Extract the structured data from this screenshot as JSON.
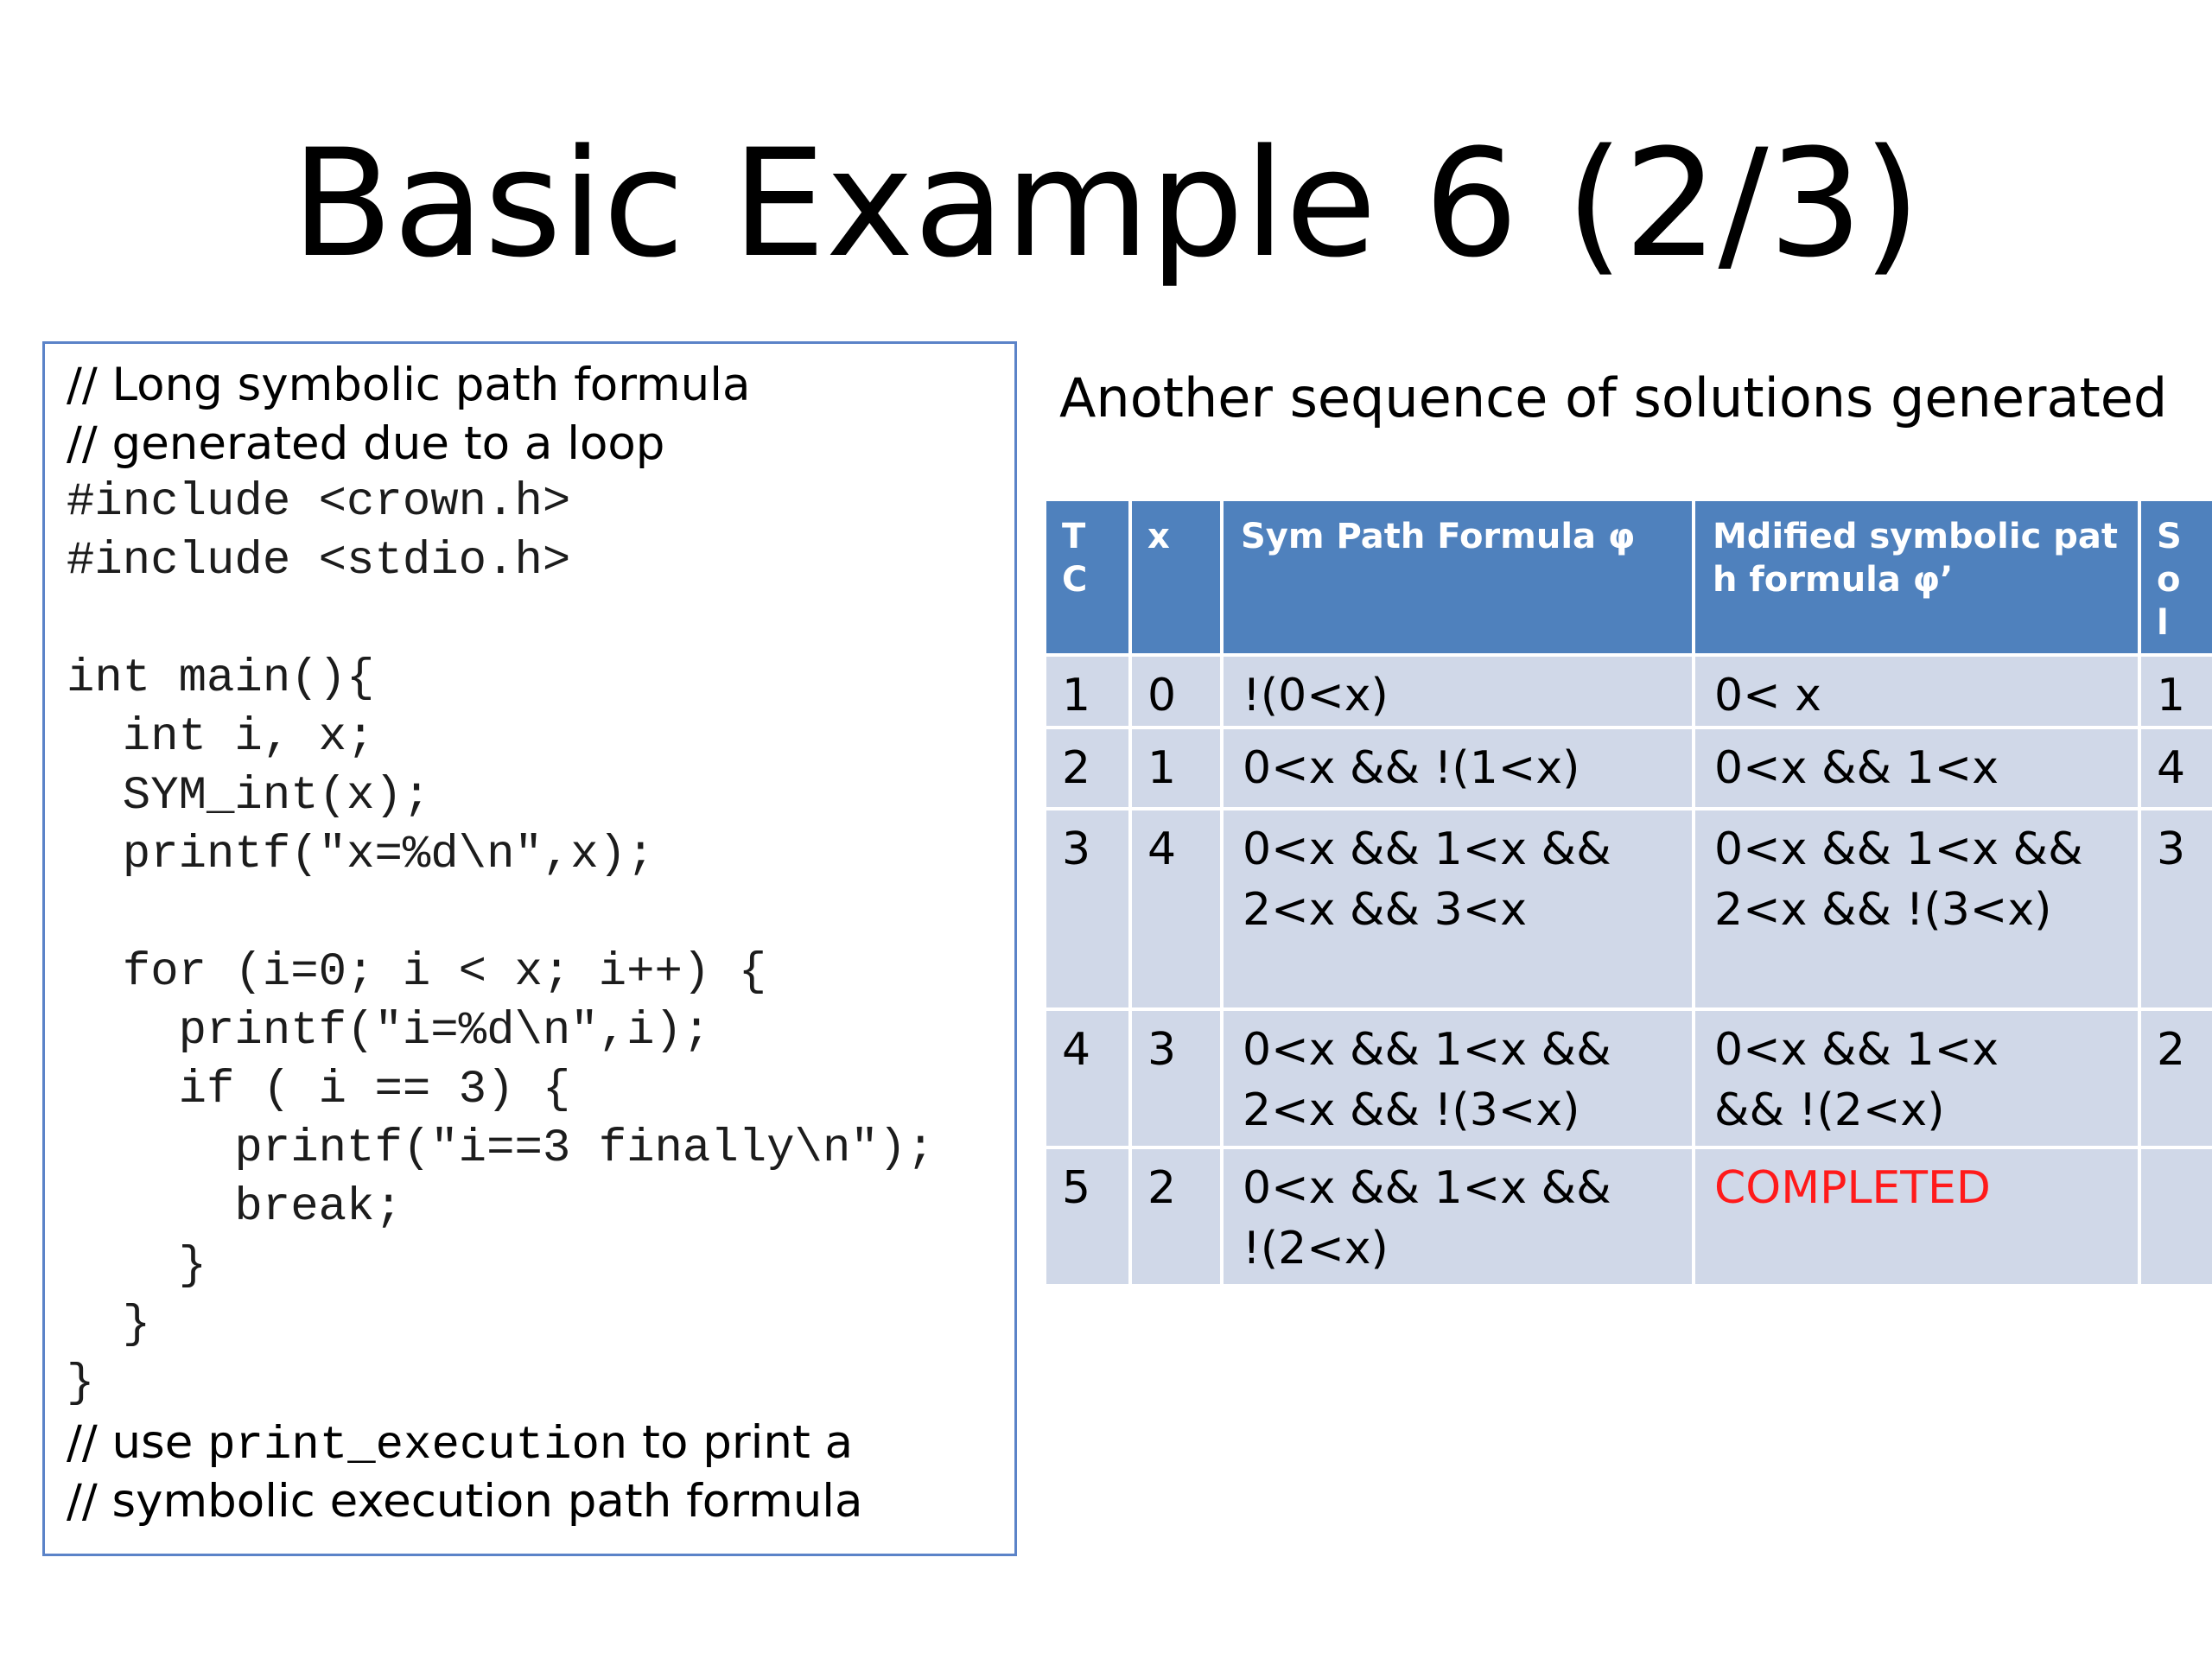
{
  "slide": {
    "title": "Basic Example 6 (2/3)"
  },
  "code_panel": {
    "lines": [
      {
        "text": "// Long symbolic path formula",
        "kind": "comment"
      },
      {
        "text": "// generated due to a loop",
        "kind": "comment"
      },
      {
        "text": "#include <crown.h>",
        "kind": "mono"
      },
      {
        "text": "#include <stdio.h>",
        "kind": "mono"
      },
      {
        "text": "",
        "kind": "blank"
      },
      {
        "text": "int main(){",
        "kind": "mono"
      },
      {
        "text": "  int i, x;",
        "kind": "mono"
      },
      {
        "text": "  SYM_int(x);",
        "kind": "mono"
      },
      {
        "text": "  printf(\"x=%d\\n\",x);",
        "kind": "mono"
      },
      {
        "text": "",
        "kind": "blank"
      },
      {
        "text": "  for (i=0; i < x; i++) {",
        "kind": "mono"
      },
      {
        "text": "    printf(\"i=%d\\n\",i);",
        "kind": "mono"
      },
      {
        "text": "    if ( i == 3) {",
        "kind": "mono"
      },
      {
        "text": "      printf(\"i==3 finally\\n\");",
        "kind": "mono"
      },
      {
        "text": "      break;",
        "kind": "mono"
      },
      {
        "text": "    }",
        "kind": "mono"
      },
      {
        "text": "  }",
        "kind": "mono"
      },
      {
        "text": "}",
        "kind": "mono"
      }
    ],
    "footer_comment_1_prefix": "// use ",
    "footer_comment_1_code": "print_execution",
    "footer_comment_1_suffix": " to print a",
    "footer_comment_2": "// symbolic execution path formula"
  },
  "solutions": {
    "heading": "Another sequence of solutions generated",
    "headers": {
      "tc": "T\nC",
      "x": "x",
      "sym": "Sym Path Formula φ",
      "mod": "Mdified  symbolic pat\nh formula φ’",
      "sol": "S\no\nl"
    },
    "rows": [
      {
        "tc": "1",
        "x": "0",
        "sym": "!(0<x)",
        "mod": "0< x",
        "sol": "1"
      },
      {
        "tc": "2",
        "x": "1",
        "sym": "0<x && !(1<x)",
        "mod": "0<x && 1<x",
        "sol": "4"
      },
      {
        "tc": "3",
        "x": "4",
        "sym": "0<x && 1<x &&\n2<x && 3<x",
        "mod": "0<x && 1<x &&\n2<x && !(3<x)",
        "sol": "3"
      },
      {
        "tc": "4",
        "x": "3",
        "sym": "0<x && 1<x &&\n2<x && !(3<x)",
        "mod": "0<x && 1<x\n&& !(2<x)",
        "sol": "2"
      },
      {
        "tc": "5",
        "x": "2",
        "sym": "0<x && 1<x &&\n!(2<x)",
        "mod": "COMPLETED",
        "sol": ""
      }
    ],
    "completed_color": "#ff1a1a",
    "header_color": "#4f81bd",
    "row_color": "#d0d8e8"
  }
}
